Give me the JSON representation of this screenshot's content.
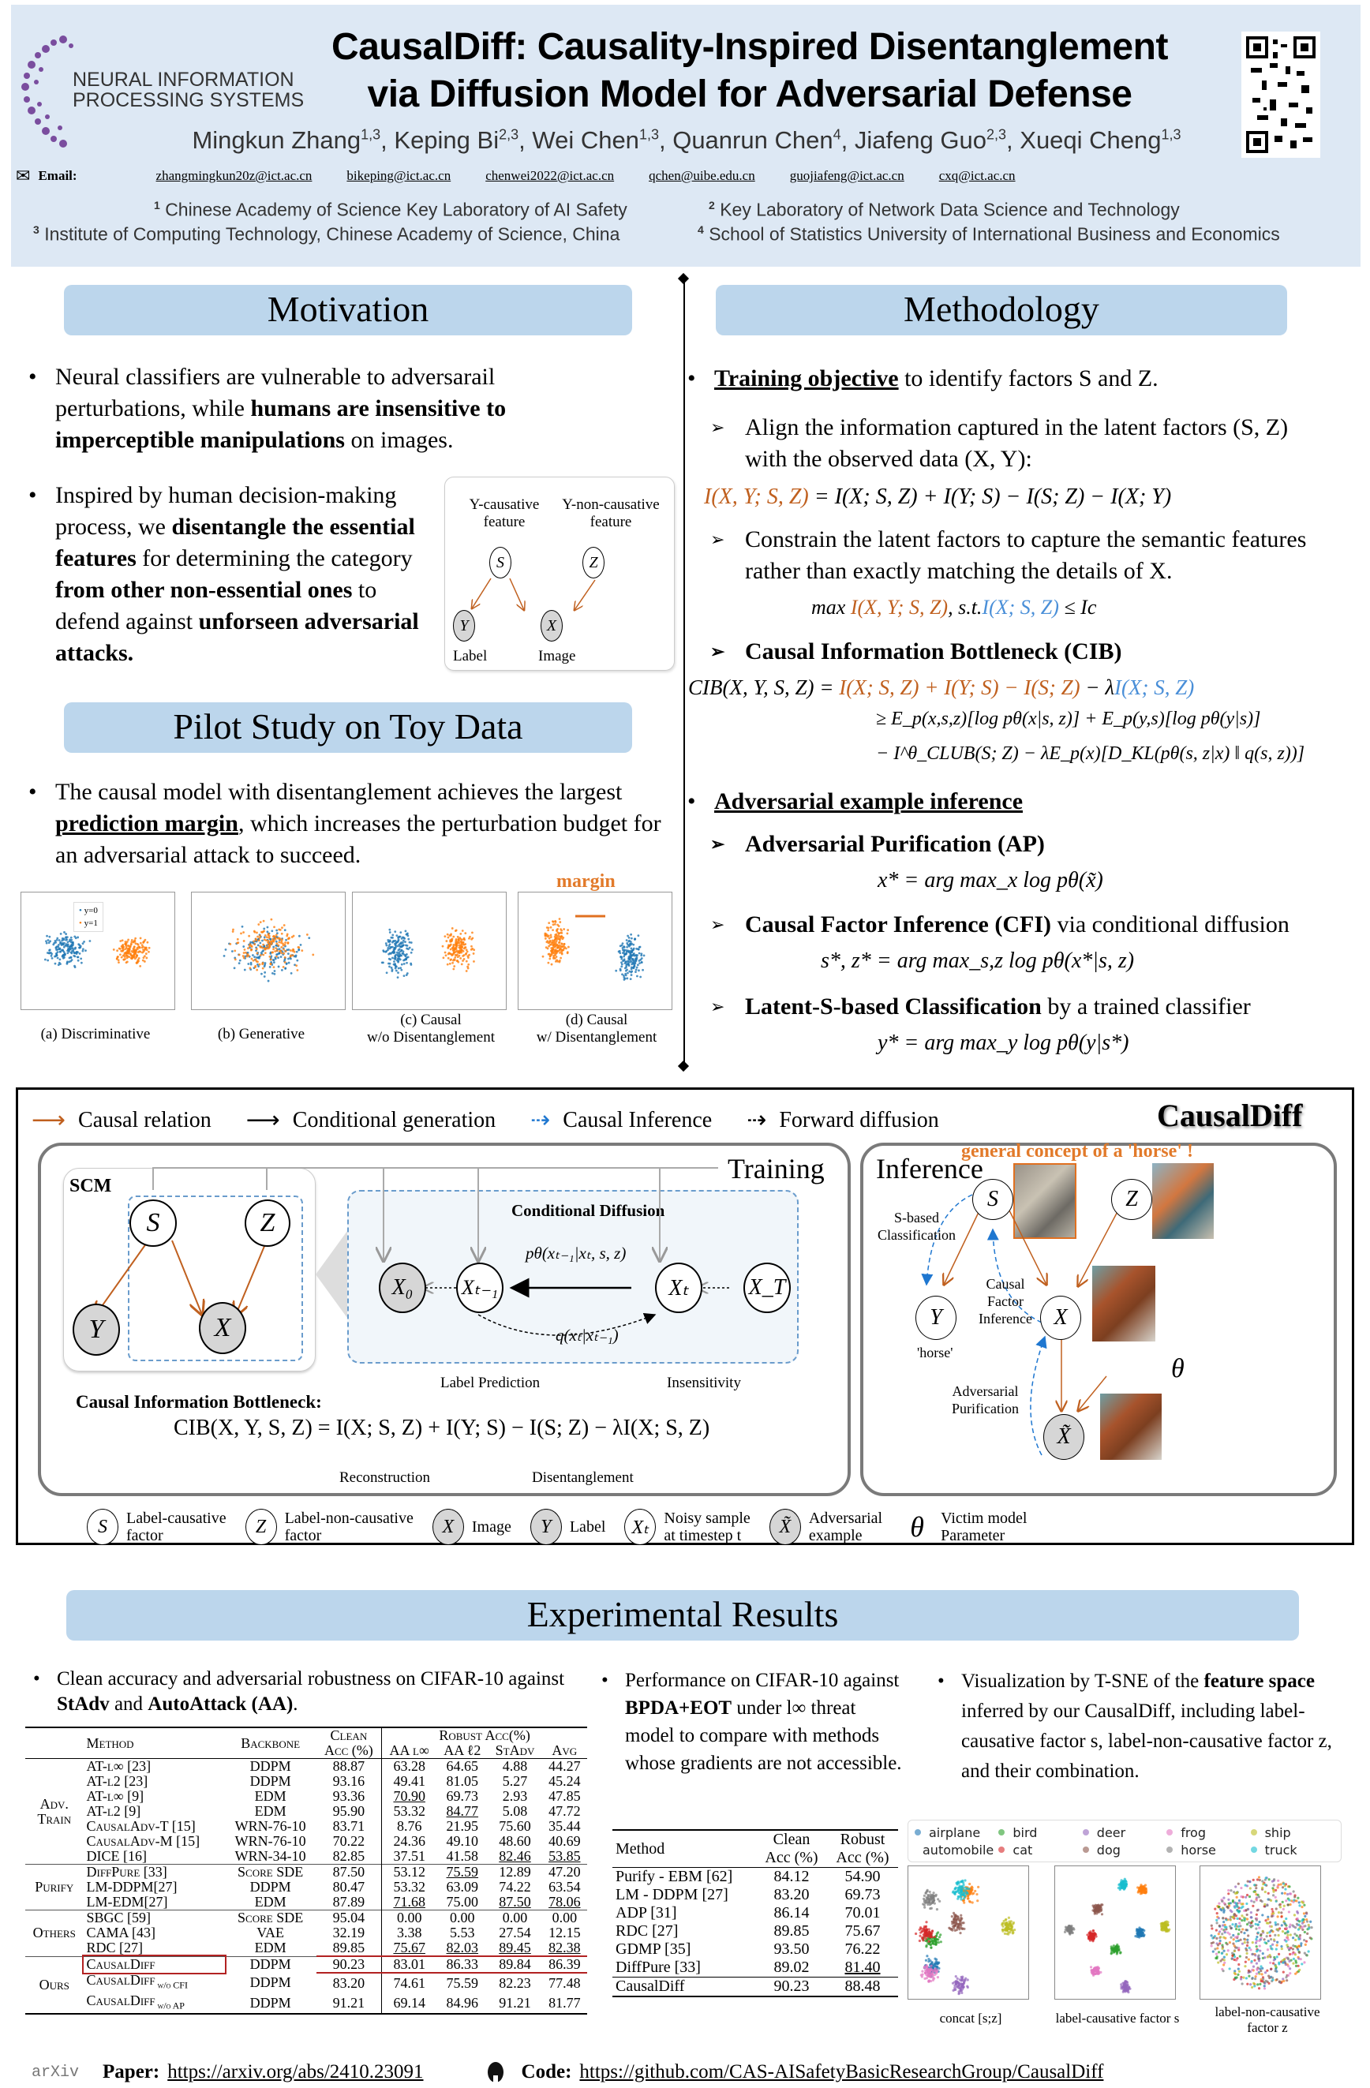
{
  "header": {
    "logo_text": [
      "NEURAL INFORMATION",
      "PROCESSING SYSTEMS"
    ],
    "title_line1": "CausalDiff: Causality-Inspired Disentanglement",
    "title_line2": "via Diffusion Model for Adversarial Defense",
    "authors": [
      {
        "name": "Mingkun Zhang",
        "aff": "1,3"
      },
      {
        "name": "Keping Bi",
        "aff": "2,3"
      },
      {
        "name": "Wei Chen",
        "aff": "1,3"
      },
      {
        "name": "Quanrun Chen",
        "aff": "4"
      },
      {
        "name": "Jiafeng Guo",
        "aff": "2,3"
      },
      {
        "name": "Xueqi Cheng",
        "aff": "1,3"
      }
    ],
    "email_label": "Email:",
    "emails": [
      "zhangmingkun20z@ict.ac.cn",
      "bikeping@ict.ac.cn",
      "chenwei2022@ict.ac.cn",
      "qchen@uibe.edu.cn",
      "guojiafeng@ict.ac.cn",
      "cxq@ict.ac.cn"
    ],
    "affiliations": [
      {
        "num": "1",
        "text": "Chinese Academy of Science Key Laboratory of AI Safety"
      },
      {
        "num": "2",
        "text": "Key Laboratory of Network Data Science and Technology"
      },
      {
        "num": "3",
        "text": "Institute of Computing Technology, Chinese Academy of Science, China"
      },
      {
        "num": "4",
        "text": "School of Statistics University of International Business and Economics"
      }
    ]
  },
  "motivation": {
    "title": "Motivation",
    "b1": {
      "t1": "Neural classifiers are vulnerable to adversarail perturbations, while ",
      "b1": "humans are insensitive to imperceptible manipulations",
      "t2": " on images."
    },
    "b2": {
      "t1": "Inspired by human decision-making process, we ",
      "b1": "disentangle the essential features",
      "t2": " for determining the category ",
      "b2": "from other non-essential ones",
      "t3": " to defend against ",
      "b3": "unforseen adversarial attacks."
    },
    "fig": {
      "s_caption": [
        "Y-causative",
        "feature"
      ],
      "z_caption": [
        "Y-non-causative",
        "feature"
      ],
      "s": "S",
      "z": "Z",
      "y": "Y",
      "x": "X",
      "y_label": "Label",
      "x_label": "Image"
    }
  },
  "pilot": {
    "title": "Pilot Study on Toy Data",
    "b1": {
      "t1": "The causal model with disentanglement achieves the largest ",
      "u1": "prediction margin",
      "t2": ", which increases the perturbation budget for an adversarial attack to succeed."
    },
    "margin_label": "margin",
    "legend": [
      "y=0",
      "y=1"
    ],
    "captions": [
      [
        "(a) Discriminative"
      ],
      [
        "(b) Generative"
      ],
      [
        "(c) Causal",
        "w/o Disentanglement"
      ],
      [
        "(d) Causal",
        "w/ Disentanglement"
      ]
    ]
  },
  "methodology": {
    "title": "Methodology",
    "training_u": "Training objective",
    "training_t": " to identify factors S and Z.",
    "align": "Align the information captured in the latent factors (S, Z) with the observed data (X, Y):",
    "eq1_lhs": "I(X, Y; S, Z)",
    "eq1_rhs": " = I(X; S, Z) + I(Y; S) − I(S; Z) − I(X; Y)",
    "constrain": "Constrain the latent factors to capture the semantic features rather than exactly matching the details of X.",
    "eq2_a": "max ",
    "eq2_b": "I(X, Y; S, Z)",
    "eq2_c": ",    s.t.",
    "eq2_d": "I(X; S, Z)",
    "eq2_e": " ≤ Ic",
    "cib_title": "Causal Information Bottleneck (CIB)",
    "cib_lhs": "CIB(X, Y, S, Z) = ",
    "cib_or": "I(X; S, Z) + I(Y; S) − I(S; Z)",
    "cib_mid": " − λ",
    "cib_bl": "I(X; S, Z)",
    "cib_l2": "≥ E_p(x,s,z)[log pθ(x|s, z)] + E_p(y,s)[log pθ(y|s)]",
    "cib_l3": "− I^θ_CLUB(S; Z) − λE_p(x)[D_KL(pθ(s, z|x) ‖ q(s, z))]",
    "adv_u": "Adversarial example inference",
    "ap_title": "Adversarial Purification (AP)",
    "ap_eq": "x* = arg max_x log pθ(x̃)",
    "cfi_title": "Causal Factor Inference (CFI)",
    "cfi_t": " via conditional diffusion",
    "cfi_eq": "s*, z* = arg max_s,z log pθ(x*|s, z)",
    "lsc_title": "Latent-S-based Classification",
    "lsc_t": " by a trained classifier",
    "lsc_eq": "y* = arg max_y log pθ(y|s*)"
  },
  "diagram": {
    "brand": "CausalDiff",
    "legend": [
      "Causal relation",
      "Conditional generation",
      "Causal Inference",
      "Forward diffusion"
    ],
    "training": "Training",
    "scm": "SCM",
    "cond_diff": "Conditional Diffusion",
    "nodes": {
      "s": "S",
      "z": "Z",
      "y": "Y",
      "x": "X",
      "x0": "X₀",
      "xt1": "Xₜ₋₁",
      "xt": "Xₜ",
      "xT": "X_T",
      "xtilde": "X̃",
      "theta": "θ"
    },
    "p_label": "pθ(xₜ₋₁|xₜ, s, z)",
    "q_label": "q(xₜ|xₜ₋₁)",
    "cib_heading": "Causal Information Bottleneck:",
    "cib_eq": "CIB(X, Y, S, Z) = I(X; S, Z) + I(Y; S) − I(S; Z) − λI(X; S, Z)",
    "brace_top": [
      "Label Prediction",
      "Insensitivity"
    ],
    "brace_bottom": [
      "Reconstruction",
      "Disentanglement"
    ],
    "inference": "Inference",
    "concept": "general concept of a 'horse' !",
    "s_based": [
      "S-based",
      "Classification"
    ],
    "cfi": [
      "Causal",
      "Factor",
      "Inference"
    ],
    "ap": [
      "Adversarial",
      "Purification"
    ],
    "horse": "'horse'",
    "bottom_legend": [
      {
        "sym": "S",
        "text": [
          "Label-causative",
          "factor"
        ],
        "gray": false
      },
      {
        "sym": "Z",
        "text": [
          "Label-non-causative",
          "factor"
        ],
        "gray": false
      },
      {
        "sym": "X",
        "text": [
          "Image"
        ],
        "gray": true
      },
      {
        "sym": "Y",
        "text": [
          "Label"
        ],
        "gray": true
      },
      {
        "sym": "Xₜ",
        "text": [
          "Noisy sample",
          "at timestep t"
        ],
        "gray": false
      },
      {
        "sym": "X̃",
        "text": [
          "Adversarial",
          "example"
        ],
        "gray": true
      },
      {
        "sym": "θ",
        "text": [
          "Victim model",
          "Parameter"
        ],
        "gray": null
      }
    ]
  },
  "results": {
    "title": "Experimental Results",
    "b1_t1": "Clean accuracy and adversarial robustness on CIFAR-10 against ",
    "b1_b1": "StAdv",
    "b1_t2": " and ",
    "b1_b2": "AutoAttack (AA)",
    "b1_t3": ".",
    "table1": {
      "headers": {
        "method": "Method",
        "backbone": "Backbone",
        "clean": [
          "Clean",
          "Acc (%)"
        ],
        "robust": "Robust Acc(%)",
        "cols": [
          "AA l∞",
          "AA ℓ2",
          "StAdv",
          "Avg"
        ]
      },
      "groups": [
        {
          "name": [
            "Adv.",
            "Train"
          ],
          "rows": [
            {
              "m": "AT-l∞ [23]",
              "b": "DDPM",
              "v": [
                "88.87",
                "63.28",
                "64.65",
                "4.88",
                "44.27"
              ],
              "u": []
            },
            {
              "m": "AT-l2 [23]",
              "b": "DDPM",
              "v": [
                "93.16",
                "49.41",
                "81.05",
                "5.27",
                "45.24"
              ],
              "u": []
            },
            {
              "m": "AT-l∞ [9]",
              "b": "EDM",
              "v": [
                "93.36",
                "70.90",
                "69.73",
                "2.93",
                "47.85"
              ],
              "u": [
                1
              ]
            },
            {
              "m": "AT-l2 [9]",
              "b": "EDM",
              "v": [
                "95.90",
                "53.32",
                "84.77",
                "5.08",
                "47.72"
              ],
              "u": [
                2
              ]
            },
            {
              "m": "CausalAdv-T [15]",
              "b": "WRN-76-10",
              "v": [
                "83.71",
                "8.76",
                "21.95",
                "75.60",
                "35.44"
              ],
              "u": []
            },
            {
              "m": "CausalAdv-M [15]",
              "b": "WRN-76-10",
              "v": [
                "70.22",
                "24.36",
                "49.10",
                "48.60",
                "40.69"
              ],
              "u": []
            },
            {
              "m": "DICE [16]",
              "b": "WRN-34-10",
              "v": [
                "82.85",
                "37.51",
                "41.58",
                "82.46",
                "53.85"
              ],
              "u": [
                3,
                4
              ]
            }
          ]
        },
        {
          "name": [
            "Purify"
          ],
          "rows": [
            {
              "m": "DiffPure [33]",
              "b": "Score SDE",
              "v": [
                "87.50",
                "53.12",
                "75.59",
                "12.89",
                "47.20"
              ],
              "u": [
                2
              ]
            },
            {
              "m": "LM-DDPM[27]",
              "b": "DDPM",
              "v": [
                "80.47",
                "53.32",
                "63.09",
                "74.22",
                "63.54"
              ],
              "u": []
            },
            {
              "m": "LM-EDM[27]",
              "b": "EDM",
              "v": [
                "87.89",
                "71.68",
                "75.00",
                "87.50",
                "78.06"
              ],
              "u": [
                1,
                3,
                4
              ]
            }
          ]
        },
        {
          "name": [
            "Others"
          ],
          "rows": [
            {
              "m": "SBGC [59]",
              "b": "Score SDE",
              "v": [
                "95.04",
                "0.00",
                "0.00",
                "0.00",
                "0.00"
              ],
              "u": []
            },
            {
              "m": "CAMA [43]",
              "b": "VAE",
              "v": [
                "32.19",
                "3.38",
                "5.53",
                "27.54",
                "12.15"
              ],
              "u": []
            },
            {
              "m": "RDC [27]",
              "b": "EDM",
              "v": [
                "89.85",
                "75.67",
                "82.03",
                "89.45",
                "82.38"
              ],
              "u": [
                1,
                2,
                3,
                4
              ]
            }
          ]
        },
        {
          "name": [
            "Ours"
          ],
          "rows": [
            {
              "m": "CausalDiff",
              "sub": "",
              "b": "DDPM",
              "v": [
                "90.23",
                "83.01",
                "86.33",
                "89.84",
                "86.39"
              ],
              "bold": [
                1,
                2,
                4
              ],
              "highlight": true
            },
            {
              "m": "CausalDiff",
              "sub": "w/o CFI",
              "b": "DDPM",
              "v": [
                "83.20",
                "74.61",
                "75.59",
                "82.23",
                "77.48"
              ],
              "bold": []
            },
            {
              "m": "CausalDiff",
              "sub": "w/o AP",
              "b": "DDPM",
              "v": [
                "91.21",
                "69.14",
                "84.96",
                "91.21",
                "81.77"
              ],
              "bold": [
                3
              ]
            }
          ]
        }
      ]
    },
    "b2_t1": "Performance on CIFAR-10 against ",
    "b2_b1": "BPDA+EOT",
    "b2_t2": " under l∞ threat model to compare with methods whose gradients are not accessible.",
    "table2": {
      "headers": [
        "Method",
        "Clean Acc (%)",
        "Robust Acc (%)"
      ],
      "rows": [
        {
          "m": "Purify - EBM [62]",
          "c": "84.12",
          "r": "54.90"
        },
        {
          "m": "LM - DDPM [27]",
          "c": "83.20",
          "r": "69.73"
        },
        {
          "m": "ADP [31]",
          "c": "86.14",
          "r": "70.01"
        },
        {
          "m": "RDC [27]",
          "c": "89.85",
          "r": "75.67"
        },
        {
          "m": "GDMP [35]",
          "c": "93.50",
          "r": "76.22"
        },
        {
          "m": "DiffPure [33]",
          "c": "89.02",
          "r": "81.40",
          "u": true
        }
      ],
      "ours": {
        "m": "CausalDiff",
        "c": "90.23",
        "r": "88.48"
      }
    },
    "b3_t1": "Visualization by T-SNE of the ",
    "b3_b1": "feature space",
    "b3_t2": " inferred by our CausalDiff, including label-causative factor s, label-non-causative factor z, and their combination.",
    "tsne_legend": [
      {
        "name": "airplane",
        "color": "#1f77b4"
      },
      {
        "name": "automobile",
        "color": "#ff7f0e"
      },
      {
        "name": "bird",
        "color": "#2ca02c"
      },
      {
        "name": "cat",
        "color": "#d62728"
      },
      {
        "name": "deer",
        "color": "#9467bd"
      },
      {
        "name": "dog",
        "color": "#8c564b"
      },
      {
        "name": "frog",
        "color": "#e377c2"
      },
      {
        "name": "horse",
        "color": "#7f7f7f"
      },
      {
        "name": "ship",
        "color": "#bcbd22"
      },
      {
        "name": "truck",
        "color": "#17becf"
      }
    ],
    "tsne_captions": [
      [
        "concat [s;z]"
      ],
      [
        "label-causative factor s"
      ],
      [
        "label-non-causative",
        "factor z"
      ]
    ]
  },
  "footer": {
    "arxiv": "arXiv",
    "paper_label": "Paper:",
    "paper_url": "https://arxiv.org/abs/2410.23091",
    "code_label": "Code:",
    "code_url": "https://github.com/CAS-AISafetyBasicResearchGroup/CausalDiff"
  },
  "colors": {
    "causal": "#c0601f",
    "inference": "#1f77d0",
    "section_bg": "#bcd6ec",
    "header_bg": "#dde8f4",
    "highlight": "#b22222"
  }
}
